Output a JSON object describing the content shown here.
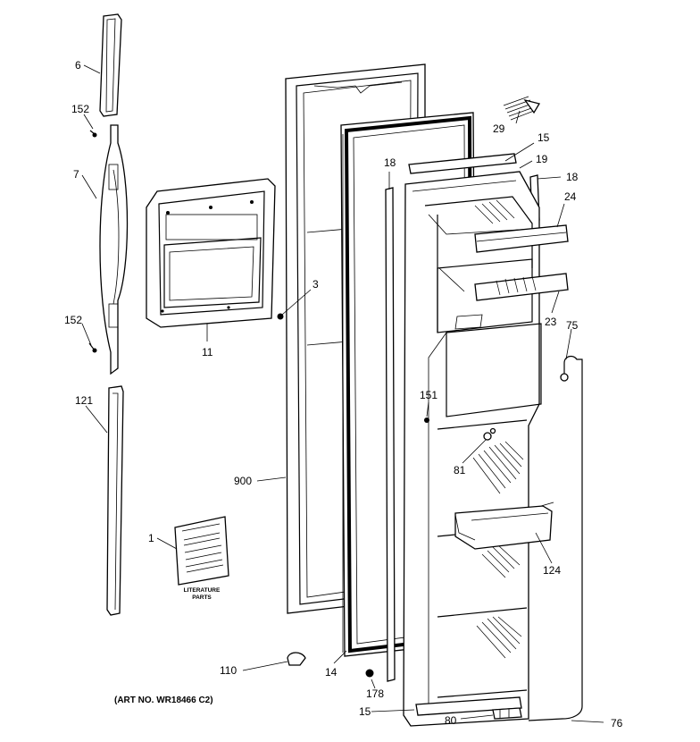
{
  "labels": {
    "p6": "6",
    "p152a": "152",
    "p7": "7",
    "p152b": "152",
    "p121": "121",
    "p11": "11",
    "p3": "3",
    "p900": "900",
    "p1": "1",
    "p110": "110",
    "p14": "14",
    "p178": "178",
    "p15a": "15",
    "p80": "80",
    "p15b": "15",
    "p18a": "18",
    "p29": "29",
    "p19": "19",
    "p18b": "18",
    "p24": "24",
    "p23": "23",
    "p75": "75",
    "p151": "151",
    "p81": "81",
    "p124": "124",
    "p76": "76"
  },
  "literature_caption": "LITERATURE\nPARTS",
  "literature_caption_lines": [
    "LITERATURE",
    "PARTS"
  ],
  "art_number": "(ART NO. WR18466 C2)"
}
